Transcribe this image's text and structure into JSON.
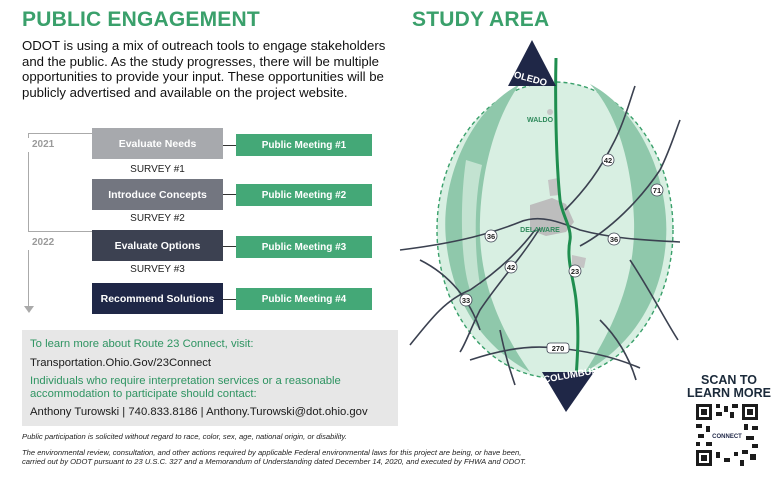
{
  "engagement": {
    "title": "PUBLIC ENGAGEMENT",
    "intro": "ODOT is using a mix of outreach tools to engage stakeholders and the public. As the study progresses, there will be multiple opportunities to provide your input. These opportunities will be publicly advertised and available on the project website."
  },
  "timeline": {
    "years": [
      "2021",
      "2022"
    ],
    "steps": [
      {
        "label": "Evaluate Needs",
        "survey": "SURVEY #1",
        "meeting": "Public Meeting #1",
        "color": "#a7a9ad"
      },
      {
        "label": "Introduce Concepts",
        "survey": "SURVEY #2",
        "meeting": "Public Meeting #2",
        "color": "#737680"
      },
      {
        "label": "Evaluate Options",
        "survey": "SURVEY #3",
        "meeting": "Public Meeting #3",
        "color": "#3c4151"
      },
      {
        "label": "Recommend Solutions",
        "survey": "",
        "meeting": "Public Meeting #4",
        "color": "#1f2747"
      }
    ]
  },
  "contact": {
    "learn_more": "To learn more about Route 23 Connect, visit:",
    "website": "Transportation.Ohio.Gov/23Connect",
    "interpretation_line1": "Individuals who require interpretation services or a reasonable",
    "interpretation_line2": "accommodation to participate should contact:",
    "person": "Anthony Turowski | 740.833.8186 | Anthony.Turowski@dot.ohio.gov"
  },
  "study_area": {
    "title": "STUDY AREA",
    "places": {
      "north": "TOLEDO",
      "south": "COLUMBUS",
      "waldo": "WALDO",
      "delaware": "DELAWARE"
    },
    "routes": {
      "r42_north": "42",
      "r71": "71",
      "r36_west": "36",
      "r36_east": "36",
      "r42_south": "42",
      "r23": "23",
      "r33": "33",
      "r270": "270"
    }
  },
  "qr": {
    "line1": "SCAN TO",
    "line2": "LEARN MORE",
    "logo_text": "CONNECT"
  },
  "footnotes": {
    "line1": "Public participation is solicited without regard to race, color, sex, age, national origin, or disability.",
    "line2": "The environmental review, consultation, and other actions required by applicable Federal environmental laws for this project are being, or have been,",
    "line3": "carried out by ODOT pursuant to 23 U.S.C. 327 and a Memorandum of Understanding dated December 14, 2020, and executed by FHWA and ODOT."
  },
  "colors": {
    "accent": "#3aa06b",
    "meeting": "#44a877",
    "navy": "#1f2747",
    "map_fill": "#d8efe2",
    "map_band": "#8fc8ab"
  }
}
